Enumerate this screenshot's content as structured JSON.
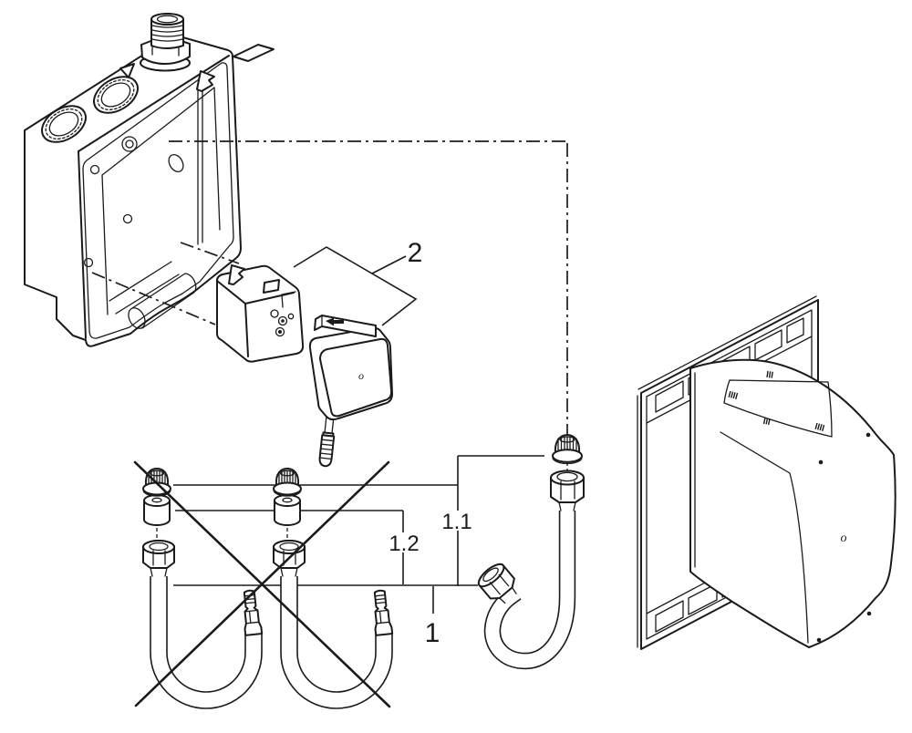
{
  "figure": {
    "background": "#ffffff",
    "ink": "#1b1b1b",
    "callouts": {
      "modules": "2",
      "hose_kit": "1",
      "hose": "1.1",
      "adapters": "1.2"
    },
    "face_marks": {
      "module": "o",
      "cover": "o"
    },
    "parts": {
      "rough_in_box": "rough-in-box",
      "top_connector": "threaded-connection",
      "knockouts": "knock-out-rings",
      "module_housing": "valve-module-housing",
      "control_module": "control-module-with-cable",
      "crossed_hoses": "crossed-out-hoses",
      "good_hose": "connection-hose",
      "filter_cap": "filter-cap",
      "bushing": "seal-bushing",
      "union_nut": "union-nut",
      "cover_plate": "protection-frame",
      "cover_dome": "protection-cover"
    }
  }
}
